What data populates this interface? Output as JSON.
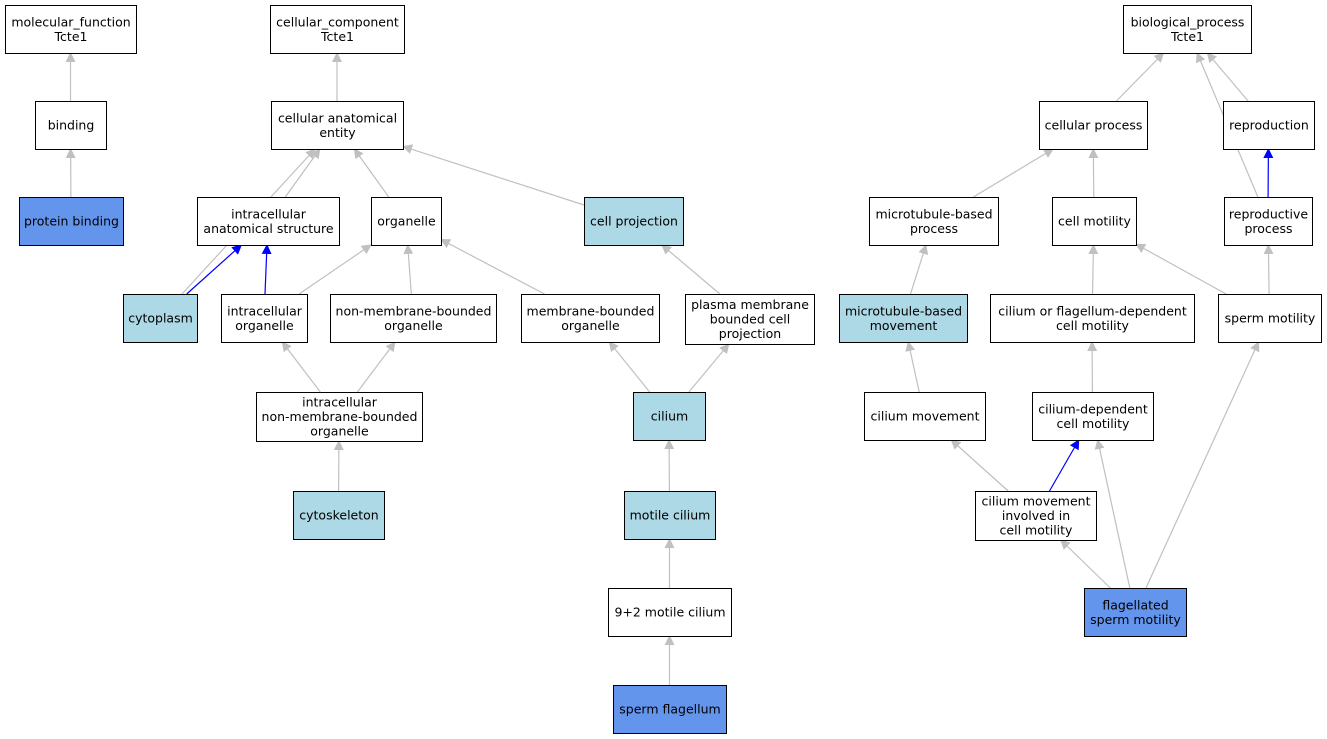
{
  "colors": {
    "plain": "#ffffff",
    "annotated_light": "#add8e6",
    "annotated_direct": "#6495ed",
    "edge_default": "#c0c0c0",
    "edge_highlight": "#0000ff"
  },
  "nodes": [
    {
      "id": "mf",
      "lines": [
        "molecular_function",
        "Tcte1"
      ],
      "fill": "plain"
    },
    {
      "id": "binding",
      "lines": [
        "binding"
      ],
      "fill": "plain"
    },
    {
      "id": "protein_binding",
      "lines": [
        "protein binding"
      ],
      "fill": "annotated_direct"
    },
    {
      "id": "cc",
      "lines": [
        "cellular_component",
        "Tcte1"
      ],
      "fill": "plain"
    },
    {
      "id": "cae",
      "lines": [
        "cellular anatomical",
        "entity"
      ],
      "fill": "plain"
    },
    {
      "id": "ias",
      "lines": [
        "intracellular",
        "anatomical structure"
      ],
      "fill": "plain"
    },
    {
      "id": "organelle",
      "lines": [
        "organelle"
      ],
      "fill": "plain"
    },
    {
      "id": "cell_projection",
      "lines": [
        "cell projection"
      ],
      "fill": "annotated_light"
    },
    {
      "id": "cytoplasm",
      "lines": [
        "cytoplasm"
      ],
      "fill": "annotated_light"
    },
    {
      "id": "intra_org",
      "lines": [
        "intracellular",
        "organelle"
      ],
      "fill": "plain"
    },
    {
      "id": "nmbo",
      "lines": [
        "non-membrane-bounded",
        "organelle"
      ],
      "fill": "plain"
    },
    {
      "id": "mbo",
      "lines": [
        "membrane-bounded",
        "organelle"
      ],
      "fill": "plain"
    },
    {
      "id": "pmbcp",
      "lines": [
        "plasma membrane",
        "bounded cell",
        "projection"
      ],
      "fill": "plain"
    },
    {
      "id": "inmbo",
      "lines": [
        "intracellular",
        "non-membrane-bounded",
        "organelle"
      ],
      "fill": "plain"
    },
    {
      "id": "cilium",
      "lines": [
        "cilium"
      ],
      "fill": "annotated_light"
    },
    {
      "id": "cytoskeleton",
      "lines": [
        "cytoskeleton"
      ],
      "fill": "annotated_light"
    },
    {
      "id": "motile_cilium",
      "lines": [
        "motile cilium"
      ],
      "fill": "annotated_light"
    },
    {
      "id": "nine_two",
      "lines": [
        "9+2 motile cilium"
      ],
      "fill": "plain"
    },
    {
      "id": "sperm_flagellum",
      "lines": [
        "sperm flagellum"
      ],
      "fill": "annotated_direct"
    },
    {
      "id": "bp",
      "lines": [
        "biological_process",
        "Tcte1"
      ],
      "fill": "plain"
    },
    {
      "id": "cellular_process",
      "lines": [
        "cellular process"
      ],
      "fill": "plain"
    },
    {
      "id": "reproduction",
      "lines": [
        "reproduction"
      ],
      "fill": "plain"
    },
    {
      "id": "mtbp",
      "lines": [
        "microtubule-based",
        "process"
      ],
      "fill": "plain"
    },
    {
      "id": "cell_motility",
      "lines": [
        "cell motility"
      ],
      "fill": "plain"
    },
    {
      "id": "repro_process",
      "lines": [
        "reproductive",
        "process"
      ],
      "fill": "plain"
    },
    {
      "id": "mtbm",
      "lines": [
        "microtubule-based",
        "movement"
      ],
      "fill": "annotated_light"
    },
    {
      "id": "cfdcm",
      "lines": [
        "cilium or flagellum-dependent",
        "cell motility"
      ],
      "fill": "plain"
    },
    {
      "id": "sperm_motility",
      "lines": [
        "sperm motility"
      ],
      "fill": "plain"
    },
    {
      "id": "cilium_movement",
      "lines": [
        "cilium movement"
      ],
      "fill": "plain"
    },
    {
      "id": "cdcm",
      "lines": [
        "cilium-dependent",
        "cell motility"
      ],
      "fill": "plain"
    },
    {
      "id": "cmicm",
      "lines": [
        "cilium movement",
        "involved in",
        "cell motility"
      ],
      "fill": "plain"
    },
    {
      "id": "fsm",
      "lines": [
        "flagellated",
        "sperm motility"
      ],
      "fill": "annotated_direct"
    }
  ],
  "edges": [
    {
      "from": "binding",
      "to": "mf"
    },
    {
      "from": "protein_binding",
      "to": "binding"
    },
    {
      "from": "cae",
      "to": "cc"
    },
    {
      "from": "ias",
      "to": "cae"
    },
    {
      "from": "organelle",
      "to": "cae"
    },
    {
      "from": "cell_projection",
      "to": "cae"
    },
    {
      "from": "cytoplasm",
      "to": "cae"
    },
    {
      "from": "cytoplasm",
      "to": "ias",
      "highlight": true
    },
    {
      "from": "intra_org",
      "to": "ias",
      "highlight": true
    },
    {
      "from": "intra_org",
      "to": "organelle"
    },
    {
      "from": "nmbo",
      "to": "organelle"
    },
    {
      "from": "mbo",
      "to": "organelle"
    },
    {
      "from": "pmbcp",
      "to": "cell_projection"
    },
    {
      "from": "inmbo",
      "to": "intra_org"
    },
    {
      "from": "inmbo",
      "to": "nmbo"
    },
    {
      "from": "cilium",
      "to": "mbo"
    },
    {
      "from": "cilium",
      "to": "pmbcp"
    },
    {
      "from": "cytoskeleton",
      "to": "inmbo"
    },
    {
      "from": "motile_cilium",
      "to": "cilium"
    },
    {
      "from": "nine_two",
      "to": "motile_cilium"
    },
    {
      "from": "sperm_flagellum",
      "to": "nine_two"
    },
    {
      "from": "cellular_process",
      "to": "bp"
    },
    {
      "from": "reproduction",
      "to": "bp"
    },
    {
      "from": "repro_process",
      "to": "bp"
    },
    {
      "from": "repro_process",
      "to": "reproduction",
      "highlight": true
    },
    {
      "from": "mtbp",
      "to": "cellular_process"
    },
    {
      "from": "cell_motility",
      "to": "cellular_process"
    },
    {
      "from": "mtbm",
      "to": "mtbp"
    },
    {
      "from": "cfdcm",
      "to": "cell_motility"
    },
    {
      "from": "sperm_motility",
      "to": "cell_motility"
    },
    {
      "from": "sperm_motility",
      "to": "repro_process"
    },
    {
      "from": "cilium_movement",
      "to": "mtbm"
    },
    {
      "from": "cdcm",
      "to": "cfdcm"
    },
    {
      "from": "cmicm",
      "to": "cilium_movement"
    },
    {
      "from": "cmicm",
      "to": "cdcm",
      "highlight": true
    },
    {
      "from": "fsm",
      "to": "cmicm"
    },
    {
      "from": "fsm",
      "to": "cdcm"
    },
    {
      "from": "fsm",
      "to": "sperm_motility"
    }
  ]
}
